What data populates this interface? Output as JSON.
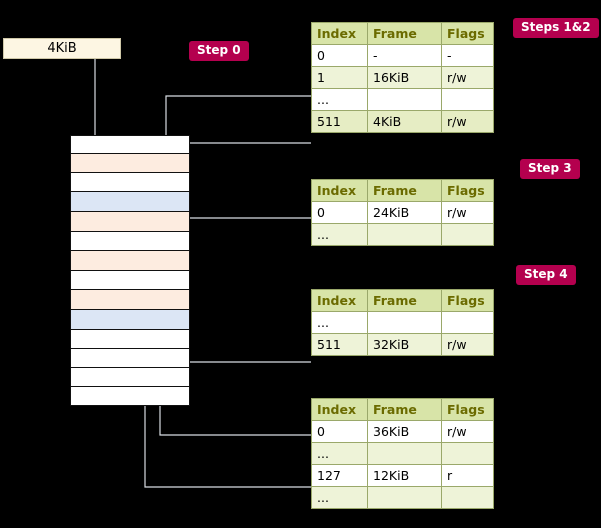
{
  "diagram": {
    "page_box_label": "4KiB",
    "steps": [
      {
        "id": "step0",
        "label": "Step 0"
      },
      {
        "id": "steps12",
        "label": "Steps 1&2"
      },
      {
        "id": "step3",
        "label": "Step 3"
      },
      {
        "id": "step4",
        "label": "Step 4"
      }
    ],
    "tables": [
      {
        "id": "table-l4",
        "headers": [
          "Index",
          "Frame",
          "Flags"
        ],
        "rows": [
          {
            "cells": [
              "0",
              "-",
              "-"
            ],
            "style": "plain"
          },
          {
            "cells": [
              "1",
              "16KiB",
              "r/w"
            ],
            "style": "alt"
          },
          {
            "cells": [
              "...",
              "",
              ""
            ],
            "style": "plain"
          },
          {
            "cells": [
              "511",
              "4KiB",
              "r/w"
            ],
            "style": "hl"
          }
        ]
      },
      {
        "id": "table-l3",
        "headers": [
          "Index",
          "Frame",
          "Flags"
        ],
        "rows": [
          {
            "cells": [
              "0",
              "24KiB",
              "r/w"
            ],
            "style": "plain"
          },
          {
            "cells": [
              "...",
              "",
              ""
            ],
            "style": "alt"
          }
        ]
      },
      {
        "id": "table-l2",
        "headers": [
          "Index",
          "Frame",
          "Flags"
        ],
        "rows": [
          {
            "cells": [
              "...",
              "",
              ""
            ],
            "style": "plain"
          },
          {
            "cells": [
              "511",
              "32KiB",
              "r/w"
            ],
            "style": "alt"
          }
        ]
      },
      {
        "id": "table-l1",
        "headers": [
          "Index",
          "Frame",
          "Flags"
        ],
        "rows": [
          {
            "cells": [
              "0",
              "36KiB",
              "r/w"
            ],
            "style": "plain"
          },
          {
            "cells": [
              "...",
              "",
              ""
            ],
            "style": "alt"
          },
          {
            "cells": [
              "127",
              "12KiB",
              "r"
            ],
            "style": "plain"
          },
          {
            "cells": [
              "...",
              "",
              ""
            ],
            "style": "alt"
          }
        ]
      }
    ],
    "memory_rows": [
      {
        "fill": "#ffffff"
      },
      {
        "fill": "#fdece0"
      },
      {
        "fill": "#ffffff"
      },
      {
        "fill": "#dce6f5"
      },
      {
        "fill": "#fdece0"
      },
      {
        "fill": "#ffffff"
      },
      {
        "fill": "#fdece0"
      },
      {
        "fill": "#ffffff"
      },
      {
        "fill": "#fdece0"
      },
      {
        "fill": "#dce6f5"
      },
      {
        "fill": "#ffffff"
      },
      {
        "fill": "#ffffff"
      },
      {
        "fill": "#ffffff"
      },
      {
        "fill": "#ffffff"
      }
    ],
    "colors": {
      "background": "#000000",
      "badge": "#b4004e",
      "header": "#d8e4a8",
      "header_text": "#6b6b00",
      "alt_row": "#eef3d8",
      "wire": "#c8d4e4",
      "arrow": "#9fb4cc"
    }
  }
}
